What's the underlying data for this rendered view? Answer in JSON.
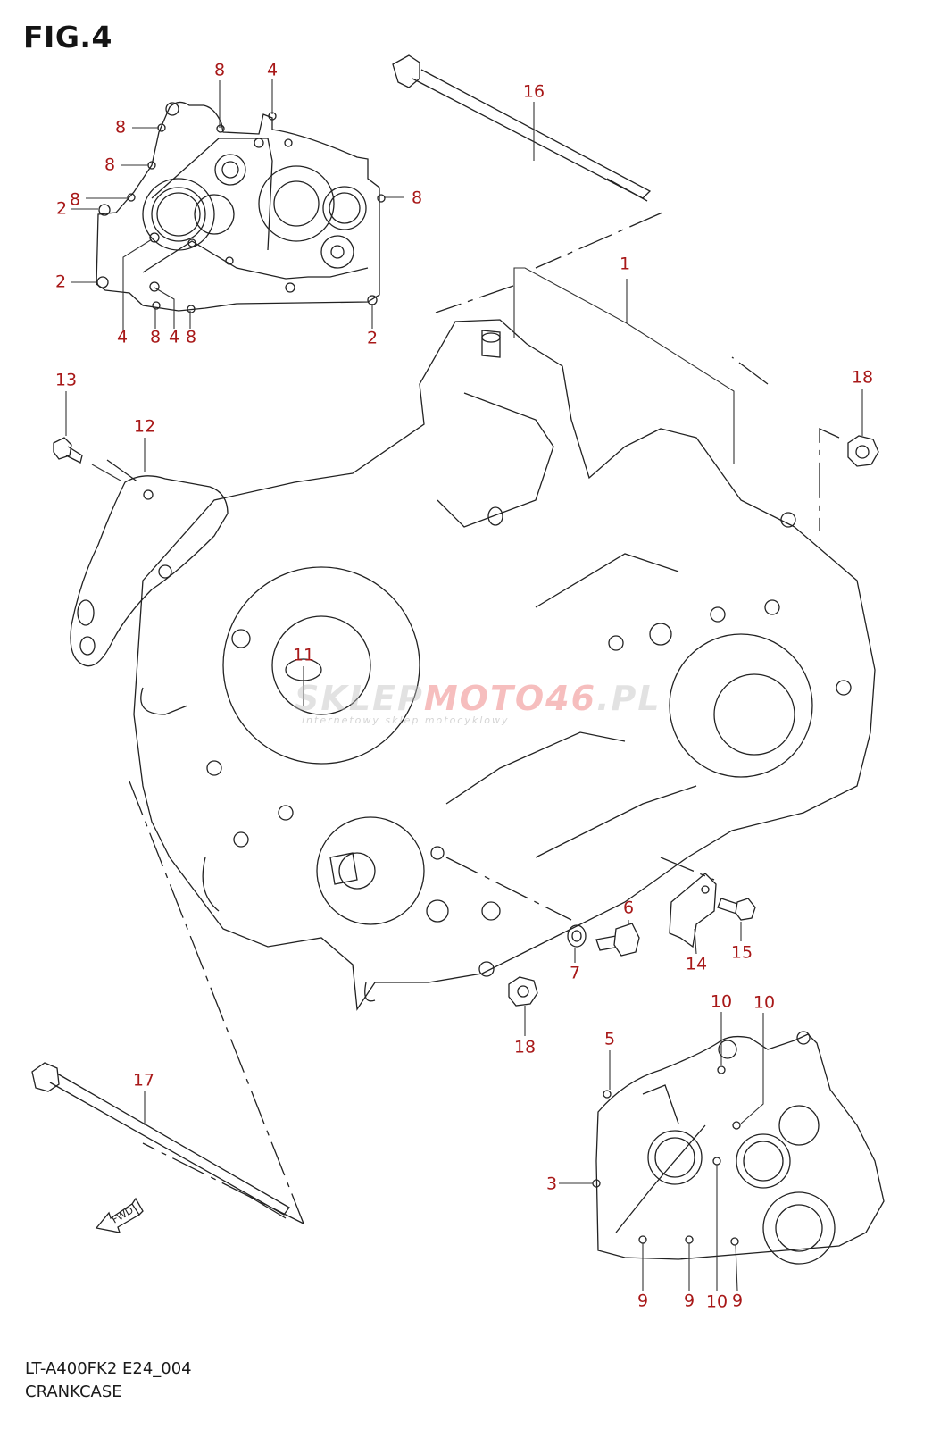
{
  "figure": {
    "title": "FIG.4",
    "code": "LT-A400FK2 E24_004",
    "name": "CRANKCASE"
  },
  "watermark": {
    "brand_gray": "SKLEP",
    "brand_red": "MOTO46",
    "brand_suffix": ".PL",
    "tagline": "internetowy sklep motocyklowy"
  },
  "fwd_label": "FWD",
  "colors": {
    "callout": "#a81818",
    "line": "#222222"
  },
  "callouts": [
    {
      "id": "c-8a",
      "label": "8"
    },
    {
      "id": "c-4a",
      "label": "4"
    },
    {
      "id": "c-8b",
      "label": "8"
    },
    {
      "id": "c-8c",
      "label": "8"
    },
    {
      "id": "c-8d",
      "label": "8"
    },
    {
      "id": "c-8e",
      "label": "8"
    },
    {
      "id": "c-2a",
      "label": "2"
    },
    {
      "id": "c-2b",
      "label": "2"
    },
    {
      "id": "c-4b",
      "label": "4"
    },
    {
      "id": "c-8f",
      "label": "8"
    },
    {
      "id": "c-4c",
      "label": "4"
    },
    {
      "id": "c-8g",
      "label": "8"
    },
    {
      "id": "c-2c",
      "label": "2"
    },
    {
      "id": "c-16",
      "label": "16"
    },
    {
      "id": "c-1",
      "label": "1"
    },
    {
      "id": "c-13",
      "label": "13"
    },
    {
      "id": "c-12",
      "label": "12"
    },
    {
      "id": "c-18a",
      "label": "18"
    },
    {
      "id": "c-11",
      "label": "11"
    },
    {
      "id": "c-6",
      "label": "6"
    },
    {
      "id": "c-7",
      "label": "7"
    },
    {
      "id": "c-14",
      "label": "14"
    },
    {
      "id": "c-15",
      "label": "15"
    },
    {
      "id": "c-18b",
      "label": "18"
    },
    {
      "id": "c-17",
      "label": "17"
    },
    {
      "id": "c-5",
      "label": "5"
    },
    {
      "id": "c-10a",
      "label": "10"
    },
    {
      "id": "c-10b",
      "label": "10"
    },
    {
      "id": "c-3",
      "label": "3"
    },
    {
      "id": "c-9a",
      "label": "9"
    },
    {
      "id": "c-9b",
      "label": "9"
    },
    {
      "id": "c-10c",
      "label": "10"
    },
    {
      "id": "c-9c",
      "label": "9"
    }
  ]
}
